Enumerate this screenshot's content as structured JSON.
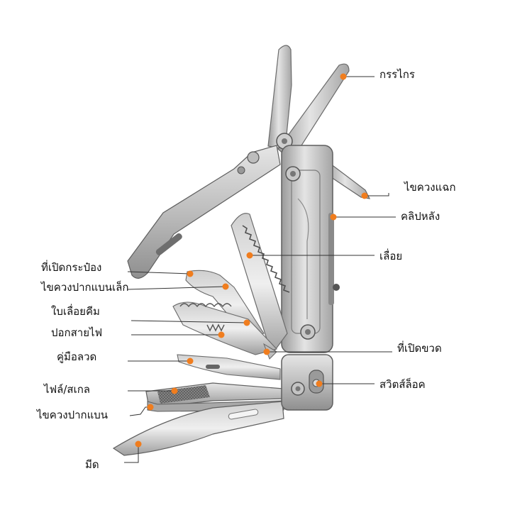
{
  "diagram": {
    "labels": {
      "scissors": "กรรไกร",
      "phillips_screwdriver": "ไขควงแฉก",
      "back_clip": "คลิปหลัง",
      "saw": "เลื่อย",
      "can_opener": "ที่เปิดกระป๋อง",
      "small_flat_screwdriver": "ไขควงปากแบนเล็ก",
      "pliers_saw_blade": "ใบเลื่อยคีม",
      "wire_stripper": "ปอกสายไฟ",
      "wire_pliers": "คู่มือลวด",
      "file_scale": "ไฟล์/สเกล",
      "flat_screwdriver": "ไขควงปากแบน",
      "knife": "มีด",
      "bottle_opener": "ที่เปิดขวด",
      "lock_switch": "สวิตส์ล็อค"
    },
    "colors": {
      "marker": "#f07d1e",
      "leader": "#333333",
      "steel_light": "#d9d9d9",
      "steel_mid": "#b3b3b3",
      "steel_dark": "#7a7a7a",
      "outline": "#5f5f5f"
    }
  }
}
